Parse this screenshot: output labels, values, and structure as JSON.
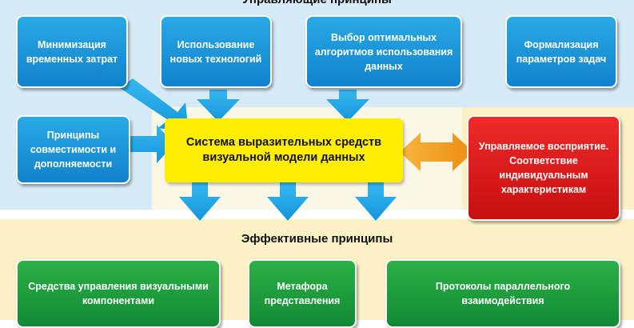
{
  "sections": {
    "top_title": "Управляющие принципы",
    "bottom_title": "Эффективные принципы"
  },
  "managing": [
    "Минимизация временных затрат",
    "Использование новых технологий",
    "Выбор оптимальных алгоритмов использования данных",
    "Формализация параметров задач",
    "Принципы совместимости и дополняемости"
  ],
  "center": "Система выразительных средств визуальной модели данных",
  "perception": "Управляемое восприятие. Соответствие индивидуальным характеристикам",
  "effective": [
    "Средства управления визуальными компонентами",
    "Метафора представления",
    "Протоколы параллельного взаимодействия"
  ],
  "colors": {
    "managing_box": "#1a93d8",
    "center_box": "#ffee00",
    "perception_box": "#dd1b1b",
    "effective_box": "#1f9e3e",
    "arrow_blue": "#1fa8e8",
    "arrow_orange": "#f39a1c"
  }
}
